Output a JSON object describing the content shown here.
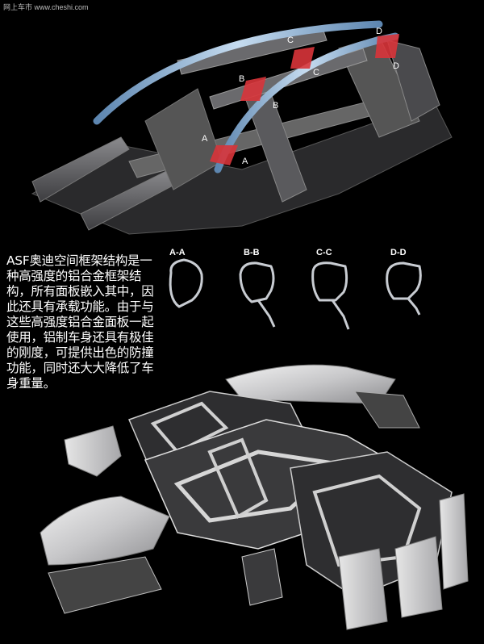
{
  "watermark": "网上车市 www.cheshi.com",
  "description": "ASF奥迪空间框架结构是一种高强度的铝合金框架结构，所有面板嵌入其中，因此还具有承载功能。由于与这些高强度铝合金面板一起使用，铝制车身还具有极佳的刚度，可提供出色的防撞功能，同时还大大降低了车身重量。",
  "sections": [
    {
      "label": "A-A"
    },
    {
      "label": "B-B"
    },
    {
      "label": "C-C"
    },
    {
      "label": "D-D"
    }
  ],
  "cut_markers": {
    "a": "A",
    "b": "B",
    "c": "C",
    "d": "D"
  },
  "colors": {
    "background": "#000000",
    "frame": "#6e6e70",
    "pillar_tube": "#8fb4d8",
    "section_cut": "#d8343a",
    "panel": "#d9d9d9"
  }
}
